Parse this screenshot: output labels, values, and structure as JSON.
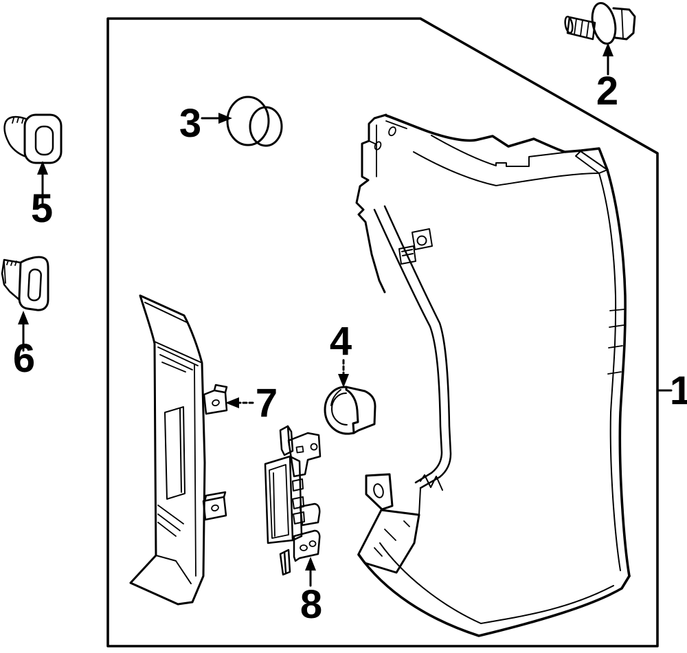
{
  "diagram": {
    "title": "exploded-parts-diagram",
    "colors": {
      "background": "#ffffff",
      "line": "#000000"
    }
  },
  "callouts": {
    "c1": {
      "number": "1",
      "part": "tail-lamp-assembly"
    },
    "c2": {
      "number": "2",
      "part": "mounting-bolt"
    },
    "c3": {
      "number": "3",
      "part": "socket-cap"
    },
    "c4": {
      "number": "4",
      "part": "retainer-clip"
    },
    "c5": {
      "number": "5",
      "part": "grommet-front"
    },
    "c6": {
      "number": "6",
      "part": "grommet-side"
    },
    "c7": {
      "number": "7",
      "part": "side-trim-molding"
    },
    "c8": {
      "number": "8",
      "part": "mounting-bracket"
    }
  }
}
